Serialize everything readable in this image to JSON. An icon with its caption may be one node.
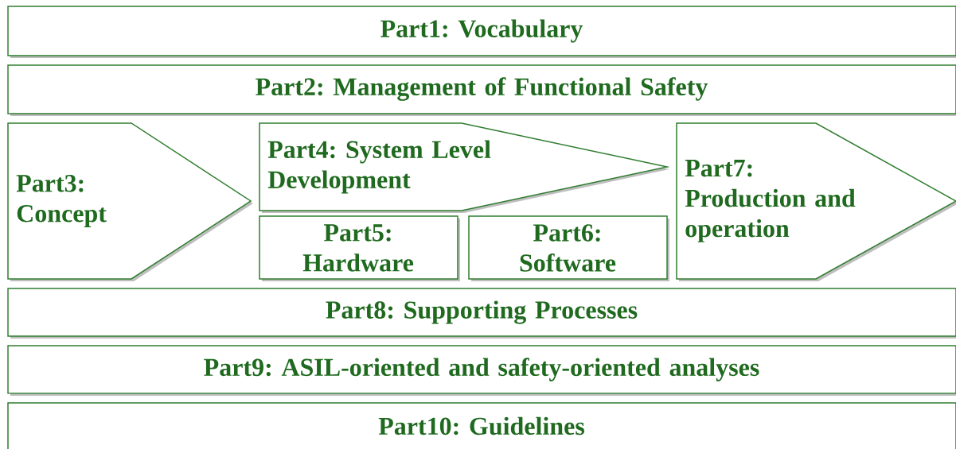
{
  "diagram": {
    "nodes": [
      {
        "text": [
          "Part1: Vocabulary"
        ]
      },
      {
        "text": [
          "Part2: Management of Functional Safety"
        ]
      },
      {
        "text": [
          "Part3: Concept"
        ]
      },
      {
        "text": [
          "Part4: System Level Development"
        ]
      },
      {
        "text": [
          "Part5: Hardware"
        ]
      },
      {
        "text": [
          "Part6: Software"
        ]
      },
      {
        "text": [
          "Part7: Production and operation"
        ]
      },
      {
        "text": [
          "Part8: Supporting Processes"
        ]
      },
      {
        "text": [
          "Part9: ASIL-oriented and safety-oriented analyses"
        ]
      },
      {
        "text": [
          "Part10: Guidelines"
        ]
      }
    ]
  }
}
